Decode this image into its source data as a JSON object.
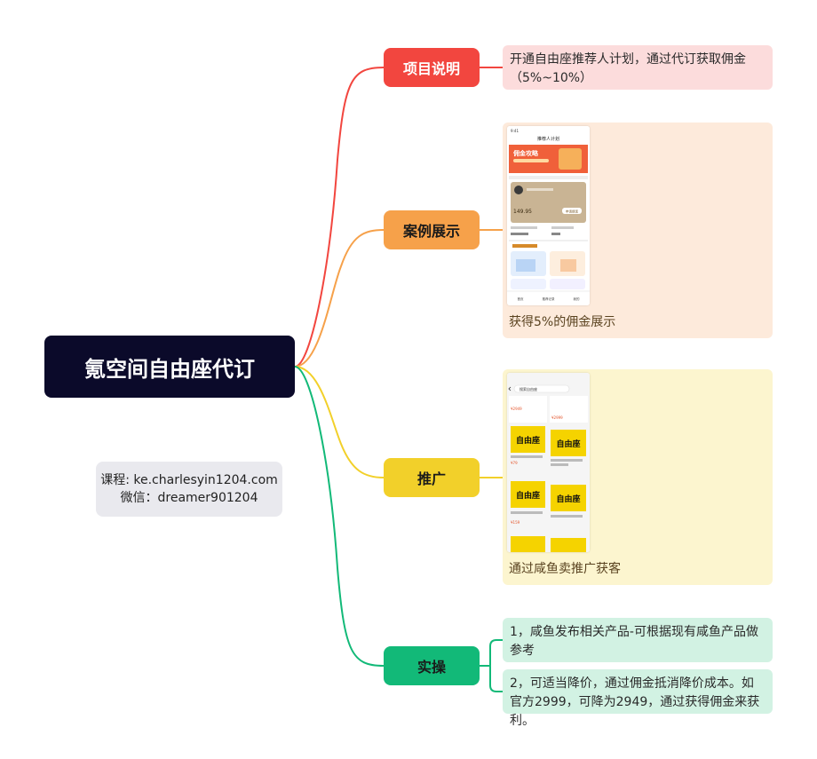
{
  "root": {
    "title": "氪空间自由座代订"
  },
  "note": {
    "line1": "课程: ke.charlesyin1204.com",
    "line2": "微信：dreamer901204"
  },
  "branches": [
    {
      "label": "项目说明",
      "color": "#f2463f"
    },
    {
      "label": "案例展示",
      "color": "#f6a14a"
    },
    {
      "label": "推广",
      "color": "#f2d02a"
    },
    {
      "label": "实操",
      "color": "#12b978"
    }
  ],
  "leaves": {
    "project": "开通自由座推荐人计划，通过代订获取佣金（5%~10%）",
    "case_caption": "获得5%的佣金展示",
    "promo_caption": "通过咸鱼卖推广获客",
    "ops_1": "1，咸鱼发布相关产品-可根据现有咸鱼产品做参考",
    "ops_2": "2，可适当降价，通过佣金抵消降价成本。如官方2999，可降为2949，通过获得佣金来获利。"
  },
  "screenshot1": {
    "status": "9:41",
    "title": "推荐人计划",
    "banner": "佣金攻略",
    "amount": "149.95",
    "cta": "申请提现",
    "menu": [
      "首页",
      "推荐记录",
      "我的"
    ]
  },
  "screenshot2": {
    "search": "搜索自由座",
    "tile_text": "自由座",
    "prices": [
      "¥2949",
      "¥2999",
      "¥79",
      "¥159"
    ]
  }
}
